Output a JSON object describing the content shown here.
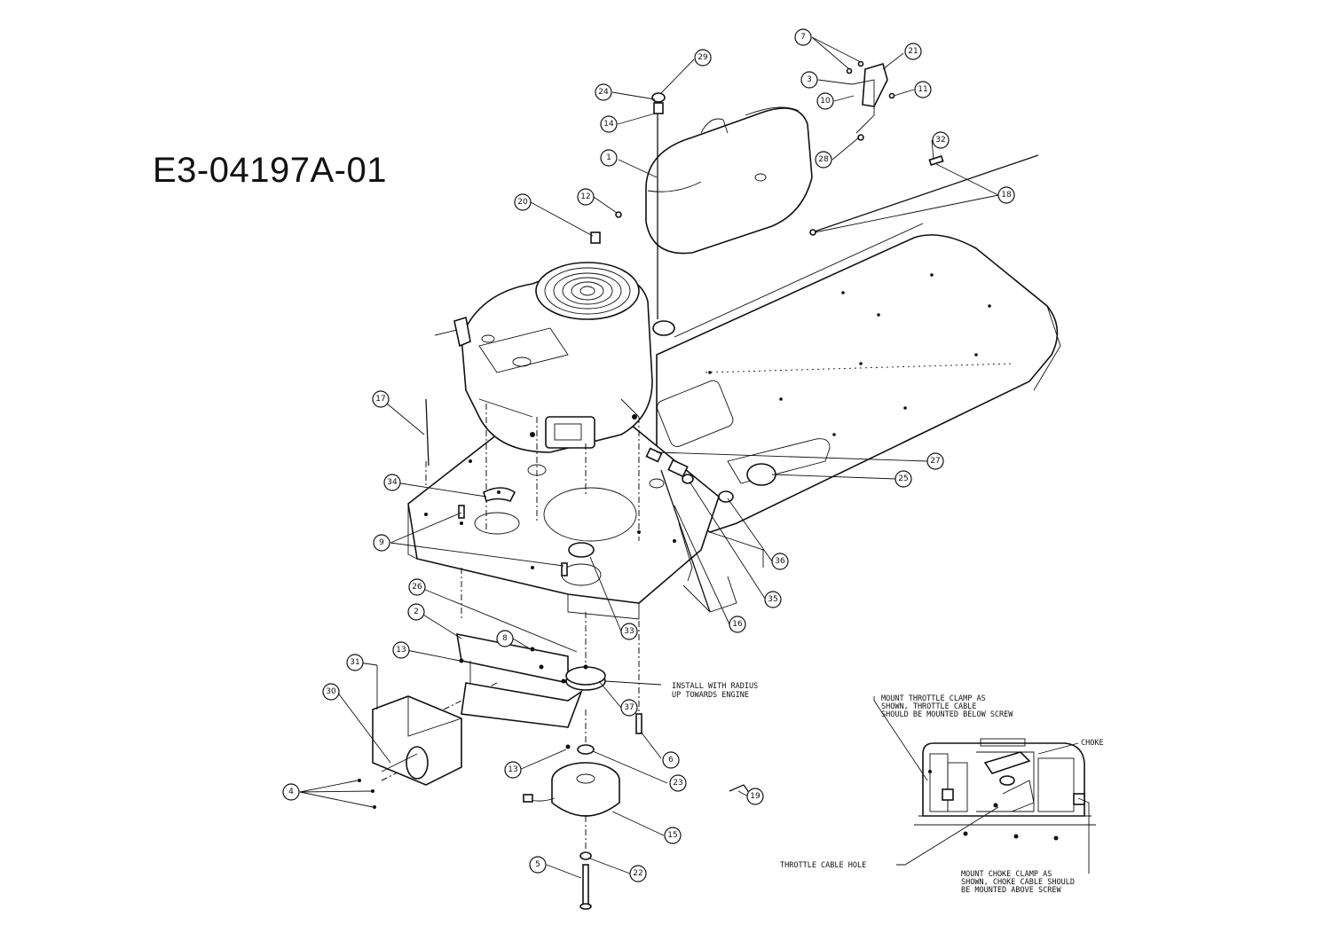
{
  "diagram_id": "E3-04197A-01",
  "callouts": [
    "29",
    "24",
    "14",
    "1",
    "7",
    "21",
    "3",
    "11",
    "10",
    "28",
    "32",
    "18",
    "20",
    "12",
    "17",
    "27",
    "25",
    "34",
    "9",
    "36",
    "35",
    "16",
    "33",
    "26",
    "2",
    "8",
    "13",
    "31",
    "30",
    "37",
    "6",
    "13",
    "23",
    "4",
    "19",
    "15",
    "5",
    "22"
  ],
  "notes": {
    "install_radius": [
      "INSTALL WITH RADIUS",
      "UP TOWARDS ENGINE"
    ],
    "throttle_clamp": [
      "MOUNT THROTTLE CLAMP AS",
      "SHOWN, THROTTLE CABLE",
      "SHOULD BE MOUNTED BELOW SCREW"
    ],
    "choke": "CHOKE",
    "throttle_cable_hole": "THROTTLE CABLE HOLE",
    "choke_clamp": [
      "MOUNT CHOKE CLAMP AS",
      "SHOWN, CHOKE CABLE SHOULD",
      "BE MOUNTED ABOVE SCREW"
    ]
  }
}
